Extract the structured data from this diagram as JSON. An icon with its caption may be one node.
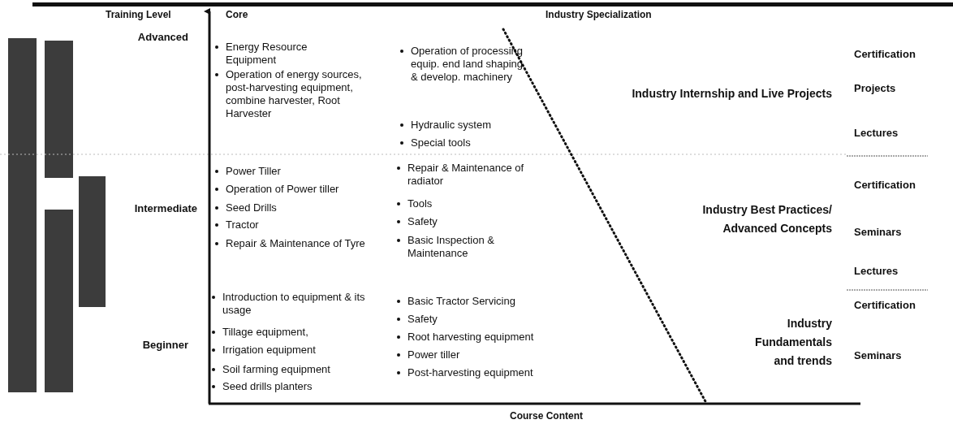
{
  "diagram": {
    "nodes": [
      {
        "text": [],
        "shape": "bar"
      },
      {
        "text": [],
        "shape": "bar"
      },
      {
        "text": [],
        "shape": "bar"
      },
      {
        "text": [],
        "shape": "bar"
      }
    ],
    "labels": [
      "Training Level",
      "Core",
      "Industry Specialization",
      "Advanced",
      "Energy Resource Equipment",
      "Operation of energy sources, post-harvesting equipment, combine harvester, Root Harvester",
      "Operation of processing equip. end land shaping & develop. machinery",
      "Hydraulic system",
      "Special tools",
      "Industry Internship and Live Projects",
      "Certification",
      "Projects",
      "Lectures",
      "Intermediate",
      "Power Tiller",
      "Operation of Power tiller",
      "Seed Drills",
      "Tractor",
      "Repair & Maintenance of Tyre",
      "Repair & Maintenance of radiator",
      "Tools",
      "Safety",
      "Basic Inspection & Maintenance",
      "Industry Best Practices/ Advanced Concepts",
      "Certification",
      "Seminars",
      "Lectures",
      "Beginner",
      "Introduction to equipment & its usage",
      "Tillage equipment,",
      "Irrigation equipment",
      "Soil farming equipment",
      "Seed drills planters",
      "Basic Tractor Servicing",
      "Safety",
      "Root harvesting equipment",
      "Power tiller",
      "Post-harvesting equipment",
      "Industry Fundamentals and trends",
      "Certification",
      "Seminars",
      "Course Content"
    ]
  }
}
